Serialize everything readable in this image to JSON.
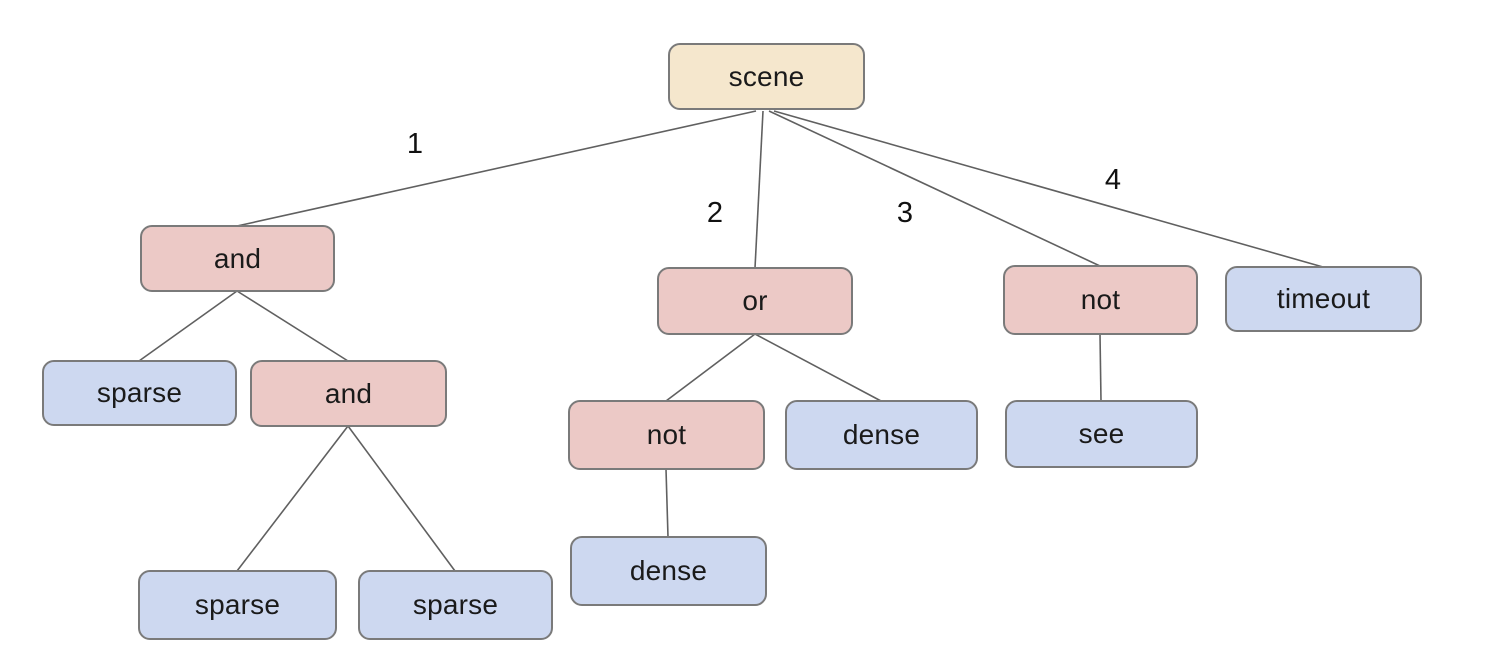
{
  "diagram": {
    "type": "tree",
    "background": "#ffffff",
    "colors": {
      "root_fill": "#f5e7cd",
      "operator_fill": "#ecc9c6",
      "leaf_fill": "#cdd8f0",
      "border": "#7a7a7a",
      "edge": "#606060",
      "text": "#1a1a1a"
    },
    "nodes": [
      {
        "id": "scene",
        "label": "scene",
        "type": "root"
      },
      {
        "id": "and1",
        "label": "and",
        "type": "operator"
      },
      {
        "id": "or1",
        "label": "or",
        "type": "operator"
      },
      {
        "id": "not1",
        "label": "not",
        "type": "operator"
      },
      {
        "id": "timeout",
        "label": "timeout",
        "type": "leaf"
      },
      {
        "id": "sparse1",
        "label": "sparse",
        "type": "leaf"
      },
      {
        "id": "and2",
        "label": "and",
        "type": "operator"
      },
      {
        "id": "not2",
        "label": "not",
        "type": "operator"
      },
      {
        "id": "dense1",
        "label": "dense",
        "type": "leaf"
      },
      {
        "id": "see",
        "label": "see",
        "type": "leaf"
      },
      {
        "id": "sparse2",
        "label": "sparse",
        "type": "leaf"
      },
      {
        "id": "sparse3",
        "label": "sparse",
        "type": "leaf"
      },
      {
        "id": "dense2",
        "label": "dense",
        "type": "leaf"
      }
    ],
    "edges": [
      {
        "from": "scene",
        "to": "and1",
        "label": "1"
      },
      {
        "from": "scene",
        "to": "or1",
        "label": "2"
      },
      {
        "from": "scene",
        "to": "not1",
        "label": "3"
      },
      {
        "from": "scene",
        "to": "timeout",
        "label": "4"
      },
      {
        "from": "and1",
        "to": "sparse1",
        "label": ""
      },
      {
        "from": "and1",
        "to": "and2",
        "label": ""
      },
      {
        "from": "or1",
        "to": "not2",
        "label": ""
      },
      {
        "from": "or1",
        "to": "dense1",
        "label": ""
      },
      {
        "from": "not1",
        "to": "see",
        "label": ""
      },
      {
        "from": "and2",
        "to": "sparse2",
        "label": ""
      },
      {
        "from": "and2",
        "to": "sparse3",
        "label": ""
      },
      {
        "from": "not2",
        "to": "dense2",
        "label": ""
      }
    ]
  }
}
